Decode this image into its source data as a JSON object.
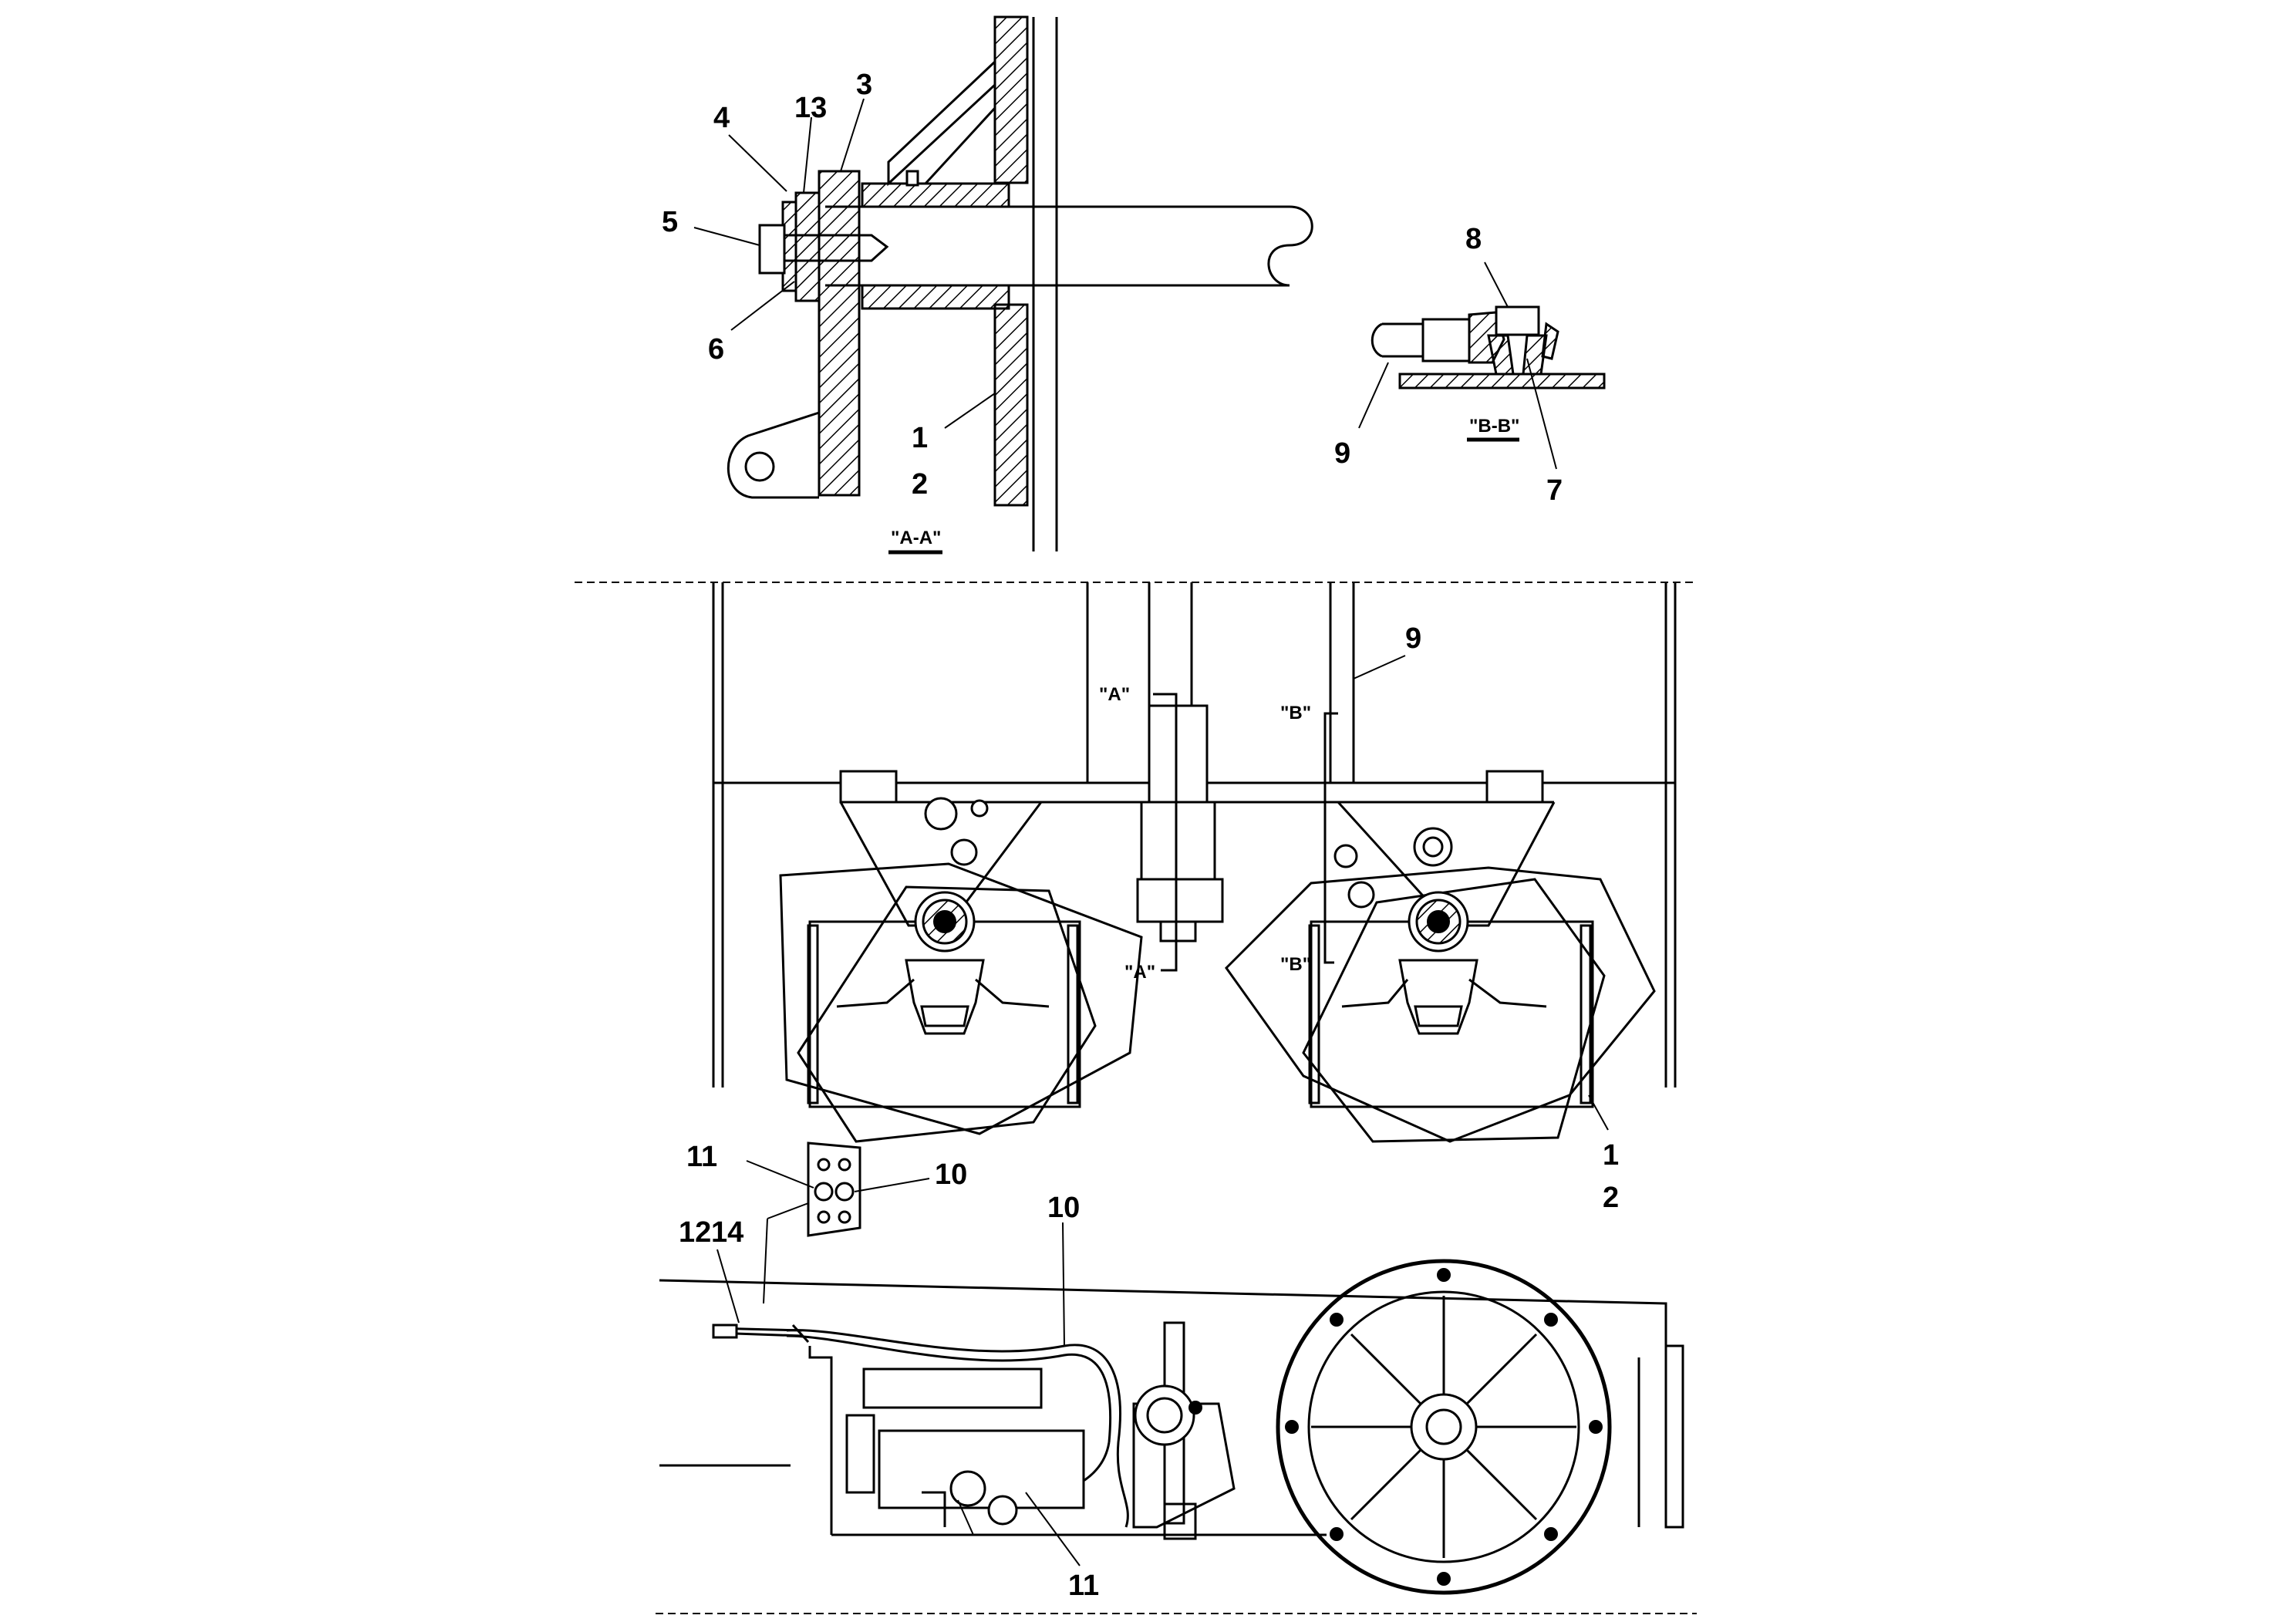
{
  "callouts": {
    "aa_4": "4",
    "aa_13": "13",
    "aa_3": "3",
    "aa_5": "5",
    "aa_6": "6",
    "aa_1": "1",
    "aa_2": "2",
    "bb_8": "8",
    "bb_9": "9",
    "bb_7": "7",
    "main_9": "9",
    "main_1": "1",
    "main_2": "2",
    "side_11a": "11",
    "side_10a": "10",
    "side_14": "14",
    "side_12": "12",
    "side_10b": "10",
    "side_11b": "11"
  },
  "section_titles": {
    "aa": "\"A-A\"",
    "bb": "\"B-B\""
  },
  "section_markers": {
    "a_top": "\"A\"",
    "a_bottom": "\"A\"",
    "b_top": "\"B\"",
    "b_bottom": "\"B\""
  }
}
